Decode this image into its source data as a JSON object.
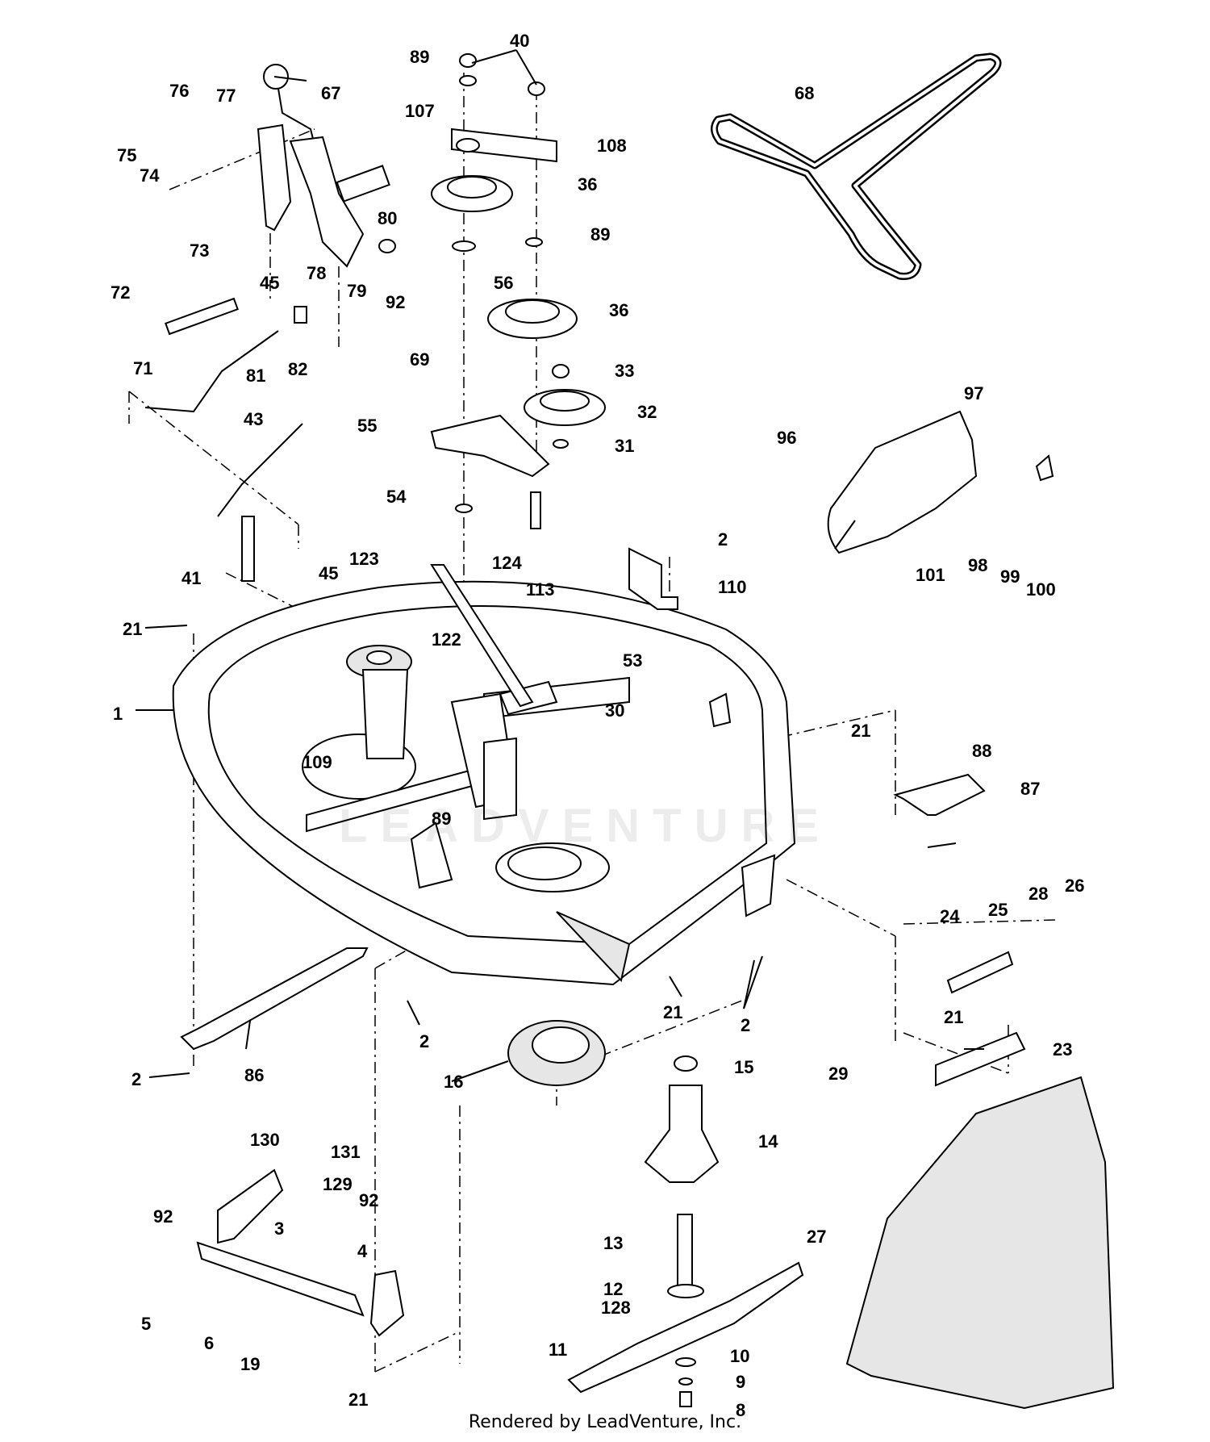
{
  "footer": "Rendered by LeadVenture, Inc.",
  "watermark": "LEADVENTURE",
  "callouts": [
    {
      "id": "c1",
      "text": "1"
    },
    {
      "id": "c2a",
      "text": "2"
    },
    {
      "id": "c2b",
      "text": "2"
    },
    {
      "id": "c2c",
      "text": "2"
    },
    {
      "id": "c2d",
      "text": "2"
    },
    {
      "id": "c3",
      "text": "3"
    },
    {
      "id": "c4",
      "text": "4"
    },
    {
      "id": "c5",
      "text": "5"
    },
    {
      "id": "c6",
      "text": "6"
    },
    {
      "id": "c8",
      "text": "8"
    },
    {
      "id": "c9",
      "text": "9"
    },
    {
      "id": "c10",
      "text": "10"
    },
    {
      "id": "c11",
      "text": "11"
    },
    {
      "id": "c12",
      "text": "12"
    },
    {
      "id": "c13",
      "text": "13"
    },
    {
      "id": "c14",
      "text": "14"
    },
    {
      "id": "c15",
      "text": "15"
    },
    {
      "id": "c16",
      "text": "16"
    },
    {
      "id": "c19",
      "text": "19"
    },
    {
      "id": "c21a",
      "text": "21"
    },
    {
      "id": "c21b",
      "text": "21"
    },
    {
      "id": "c21c",
      "text": "21"
    },
    {
      "id": "c21d",
      "text": "21"
    },
    {
      "id": "c21e",
      "text": "21"
    },
    {
      "id": "c23",
      "text": "23"
    },
    {
      "id": "c24",
      "text": "24"
    },
    {
      "id": "c25",
      "text": "25"
    },
    {
      "id": "c26",
      "text": "26"
    },
    {
      "id": "c27",
      "text": "27"
    },
    {
      "id": "c28",
      "text": "28"
    },
    {
      "id": "c29",
      "text": "29"
    },
    {
      "id": "c30",
      "text": "30"
    },
    {
      "id": "c31",
      "text": "31"
    },
    {
      "id": "c32",
      "text": "32"
    },
    {
      "id": "c33",
      "text": "33"
    },
    {
      "id": "c36a",
      "text": "36"
    },
    {
      "id": "c36b",
      "text": "36"
    },
    {
      "id": "c40",
      "text": "40"
    },
    {
      "id": "c41",
      "text": "41"
    },
    {
      "id": "c43",
      "text": "43"
    },
    {
      "id": "c45a",
      "text": "45"
    },
    {
      "id": "c45b",
      "text": "45"
    },
    {
      "id": "c53",
      "text": "53"
    },
    {
      "id": "c54",
      "text": "54"
    },
    {
      "id": "c55",
      "text": "55"
    },
    {
      "id": "c56",
      "text": "56"
    },
    {
      "id": "c67",
      "text": "67"
    },
    {
      "id": "c68",
      "text": "68"
    },
    {
      "id": "c69",
      "text": "69"
    },
    {
      "id": "c71",
      "text": "71"
    },
    {
      "id": "c72",
      "text": "72"
    },
    {
      "id": "c73",
      "text": "73"
    },
    {
      "id": "c74",
      "text": "74"
    },
    {
      "id": "c75",
      "text": "75"
    },
    {
      "id": "c76",
      "text": "76"
    },
    {
      "id": "c77",
      "text": "77"
    },
    {
      "id": "c78",
      "text": "78"
    },
    {
      "id": "c79",
      "text": "79"
    },
    {
      "id": "c80",
      "text": "80"
    },
    {
      "id": "c81",
      "text": "81"
    },
    {
      "id": "c82",
      "text": "82"
    },
    {
      "id": "c86",
      "text": "86"
    },
    {
      "id": "c87",
      "text": "87"
    },
    {
      "id": "c88",
      "text": "88"
    },
    {
      "id": "c89a",
      "text": "89"
    },
    {
      "id": "c89b",
      "text": "89"
    },
    {
      "id": "c89c",
      "text": "89"
    },
    {
      "id": "c92a",
      "text": "92"
    },
    {
      "id": "c92b",
      "text": "92"
    },
    {
      "id": "c92c",
      "text": "92"
    },
    {
      "id": "c96",
      "text": "96"
    },
    {
      "id": "c97",
      "text": "97"
    },
    {
      "id": "c98",
      "text": "98"
    },
    {
      "id": "c99",
      "text": "99"
    },
    {
      "id": "c100",
      "text": "100"
    },
    {
      "id": "c101",
      "text": "101"
    },
    {
      "id": "c107",
      "text": "107"
    },
    {
      "id": "c108",
      "text": "108"
    },
    {
      "id": "c109",
      "text": "109"
    },
    {
      "id": "c110",
      "text": "110"
    },
    {
      "id": "c113",
      "text": "113"
    },
    {
      "id": "c122",
      "text": "122"
    },
    {
      "id": "c123",
      "text": "123"
    },
    {
      "id": "c124",
      "text": "124"
    },
    {
      "id": "c128",
      "text": "128"
    },
    {
      "id": "c129",
      "text": "129"
    },
    {
      "id": "c130",
      "text": "130"
    },
    {
      "id": "c131",
      "text": "131"
    }
  ]
}
